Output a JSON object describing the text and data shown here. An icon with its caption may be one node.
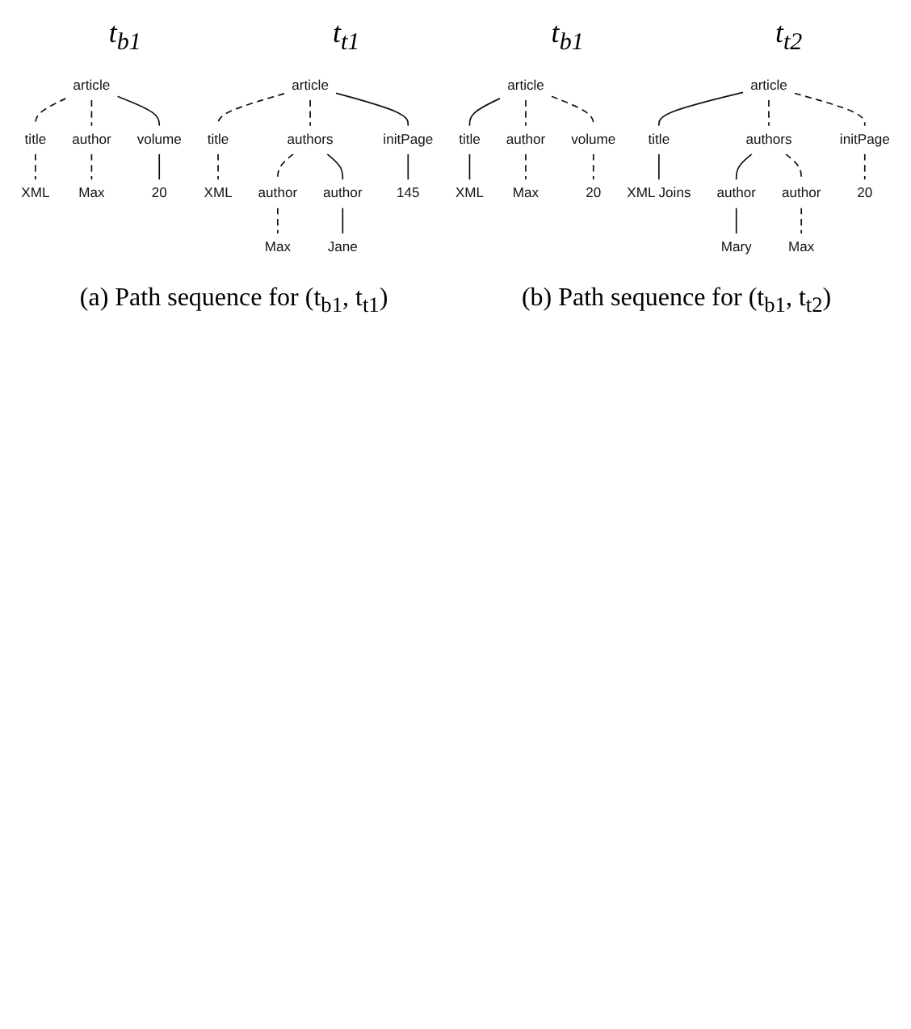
{
  "diagram": {
    "nodes": [
      {
        "text": [
          "article"
        ]
      },
      {
        "text": [
          "title"
        ]
      },
      {
        "text": [
          "author"
        ]
      },
      {
        "text": [
          "volume"
        ]
      },
      {
        "text": [
          "XML"
        ]
      },
      {
        "text": [
          "Max"
        ]
      },
      {
        "text": [
          "20"
        ]
      },
      {
        "text": [
          "article"
        ]
      },
      {
        "text": [
          "title"
        ]
      },
      {
        "text": [
          "authors"
        ]
      },
      {
        "text": [
          "initPage"
        ]
      },
      {
        "text": [
          "XML"
        ]
      },
      {
        "text": [
          "author"
        ]
      },
      {
        "text": [
          "author"
        ]
      },
      {
        "text": [
          "145"
        ]
      },
      {
        "text": [
          "Max"
        ]
      },
      {
        "text": [
          "Jane"
        ]
      },
      {
        "text": [
          "article"
        ]
      },
      {
        "text": [
          "title"
        ]
      },
      {
        "text": [
          "author"
        ]
      },
      {
        "text": [
          "volume"
        ]
      },
      {
        "text": [
          "XML"
        ]
      },
      {
        "text": [
          "Max"
        ]
      },
      {
        "text": [
          "20"
        ]
      },
      {
        "text": [
          "article"
        ]
      },
      {
        "text": [
          "title"
        ]
      },
      {
        "text": [
          "authors"
        ]
      },
      {
        "text": [
          "initPage"
        ]
      },
      {
        "text": [
          "XML Joins"
        ]
      },
      {
        "text": [
          "author"
        ]
      },
      {
        "text": [
          "author"
        ]
      },
      {
        "text": [
          "20"
        ]
      },
      {
        "text": [
          "Mary"
        ]
      },
      {
        "text": [
          "Max"
        ]
      }
    ],
    "edges": [
      {
        "from": 0,
        "to": 1,
        "arrow": "none",
        "style": "dashed"
      },
      {
        "from": 0,
        "to": 2,
        "arrow": "none",
        "style": "dashed"
      },
      {
        "from": 0,
        "to": 3,
        "arrow": "none"
      },
      {
        "from": 1,
        "to": 4,
        "arrow": "none",
        "style": "dashed"
      },
      {
        "from": 2,
        "to": 5,
        "arrow": "none",
        "style": "dashed"
      },
      {
        "from": 3,
        "to": 6,
        "arrow": "none"
      },
      {
        "from": 7,
        "to": 8,
        "arrow": "none",
        "style": "dashed"
      },
      {
        "from": 7,
        "to": 9,
        "arrow": "none",
        "style": "dashed"
      },
      {
        "from": 7,
        "to": 10,
        "arrow": "none"
      },
      {
        "from": 8,
        "to": 11,
        "arrow": "none",
        "style": "dashed"
      },
      {
        "from": 9,
        "to": 12,
        "arrow": "none",
        "style": "dashed"
      },
      {
        "from": 9,
        "to": 13,
        "arrow": "none"
      },
      {
        "from": 10,
        "to": 14,
        "arrow": "none"
      },
      {
        "from": 12,
        "to": 15,
        "arrow": "none",
        "style": "dashed"
      },
      {
        "from": 13,
        "to": 16,
        "arrow": "none"
      },
      {
        "from": 17,
        "to": 18,
        "arrow": "none"
      },
      {
        "from": 17,
        "to": 19,
        "arrow": "none",
        "style": "dashed"
      },
      {
        "from": 17,
        "to": 20,
        "arrow": "none",
        "style": "dashed"
      },
      {
        "from": 18,
        "to": 21,
        "arrow": "none"
      },
      {
        "from": 19,
        "to": 22,
        "arrow": "none",
        "style": "dashed"
      },
      {
        "from": 20,
        "to": 23,
        "arrow": "none",
        "style": "dashed"
      },
      {
        "from": 24,
        "to": 25,
        "arrow": "none"
      },
      {
        "from": 24,
        "to": 26,
        "arrow": "none",
        "style": "dashed"
      },
      {
        "from": 24,
        "to": 27,
        "arrow": "none",
        "style": "dashed"
      },
      {
        "from": 25,
        "to": 28,
        "arrow": "none"
      },
      {
        "from": 26,
        "to": 29,
        "arrow": "none"
      },
      {
        "from": 26,
        "to": 30,
        "arrow": "none",
        "style": "dashed"
      },
      {
        "from": 27,
        "to": 31,
        "arrow": "none",
        "style": "dashed"
      },
      {
        "from": 29,
        "to": 32,
        "arrow": "none"
      },
      {
        "from": 30,
        "to": 33,
        "arrow": "none",
        "style": "dashed"
      }
    ],
    "labels": [
      "t$_{b1}$",
      "t$_{t1}$",
      "(a) Path sequence for (t$_{b1}$, t$_{t1}$)",
      "t$_{b1}$",
      "t$_{t2}$",
      "(b) Path sequence for (t$_{b1}$, t$_{t2}$)"
    ]
  }
}
